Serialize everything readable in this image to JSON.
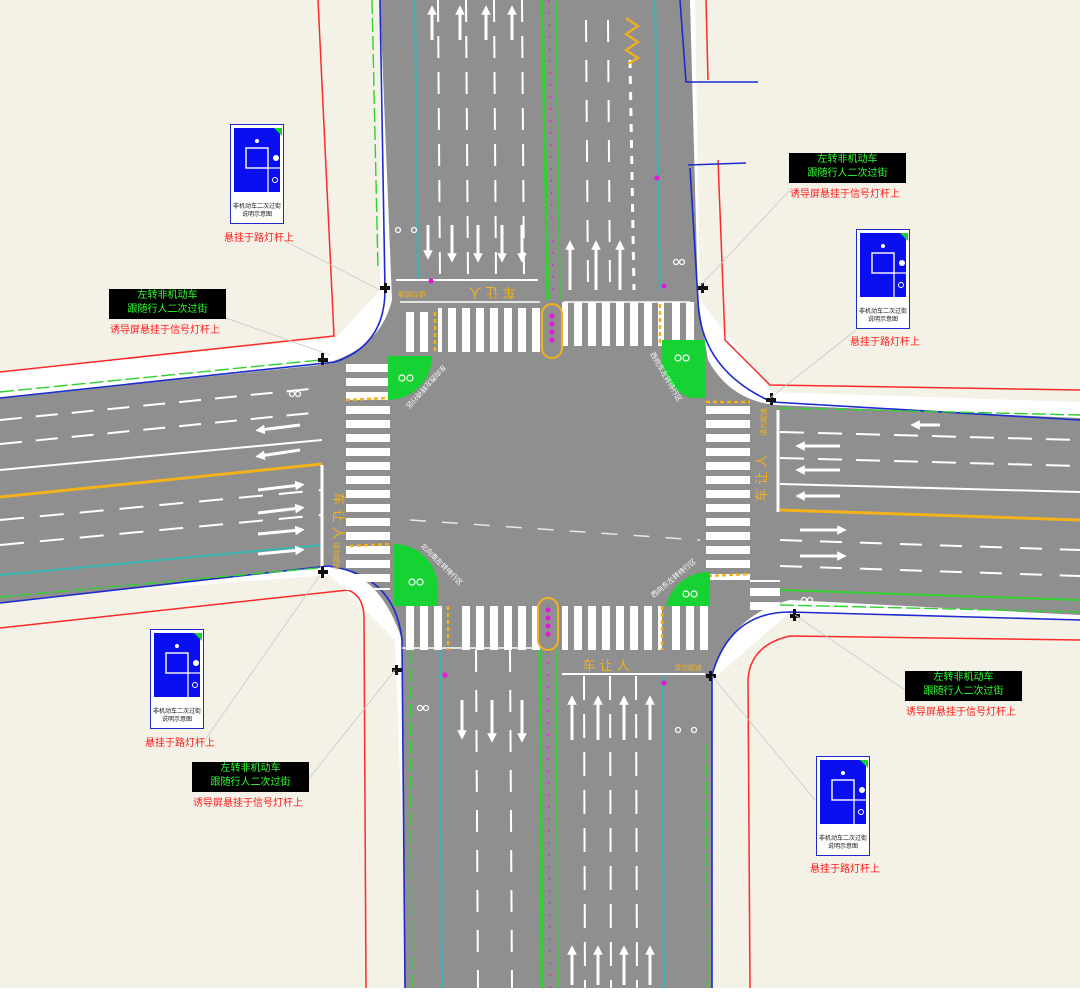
{
  "diagram": {
    "colors": {
      "road": "#8f8f8f",
      "sidewalk": "#f4f1e6",
      "waiting_zone": "#16d232",
      "curb": "#1c2ad0",
      "boundary": "#ff2a2a",
      "median_yellow": "#f3b21b",
      "marking": "#ffffff",
      "bike_lane_line": "#37b6b6",
      "green_line": "#2fd12f",
      "signal_light": "#e21bd8"
    },
    "road_text": {
      "yield_north": "车 让 人",
      "yield_south": "车 让 人",
      "yield_west": "车 让 人",
      "yield_east": "车 让 人",
      "slow_small_n": "请勿超速",
      "slow_small_s": "请勿超速",
      "slow_small_e": "请勿超速",
      "slow_small_w": "请勿超速",
      "wait_nw": "东向西左转待行区",
      "wait_ne": "西向东左转待行区",
      "wait_sw": "北向南左转待行区",
      "wait_se": "西向东左转待行区"
    },
    "signs": [
      {
        "id": "nw",
        "caption": "非机动车二次过街\n说明示意图",
        "note": "悬挂于路灯杆上"
      },
      {
        "id": "ne",
        "caption": "非机动车二次过街\n说明示意图",
        "note": "悬挂于路灯杆上"
      },
      {
        "id": "sw",
        "caption": "非机动车二次过街\n说明示意图",
        "note": "悬挂于路灯杆上"
      },
      {
        "id": "se",
        "caption": "非机动车二次过街\n说明示意图",
        "note": "悬挂于路灯杆上"
      }
    ],
    "screens": [
      {
        "id": "ne",
        "text": "左转非机动车\n跟随行人二次过街",
        "note": "诱导屏悬挂于信号灯杆上"
      },
      {
        "id": "nw",
        "text": "左转非机动车\n跟随行人二次过街",
        "note": "诱导屏悬挂于信号灯杆上"
      },
      {
        "id": "se",
        "text": "左转非机动车\n跟随行人二次过街",
        "note": "诱导屏悬挂于信号灯杆上"
      },
      {
        "id": "sw",
        "text": "左转非机动车\n跟随行人二次过街",
        "note": "诱导屏悬挂于信号灯杆上"
      }
    ]
  }
}
